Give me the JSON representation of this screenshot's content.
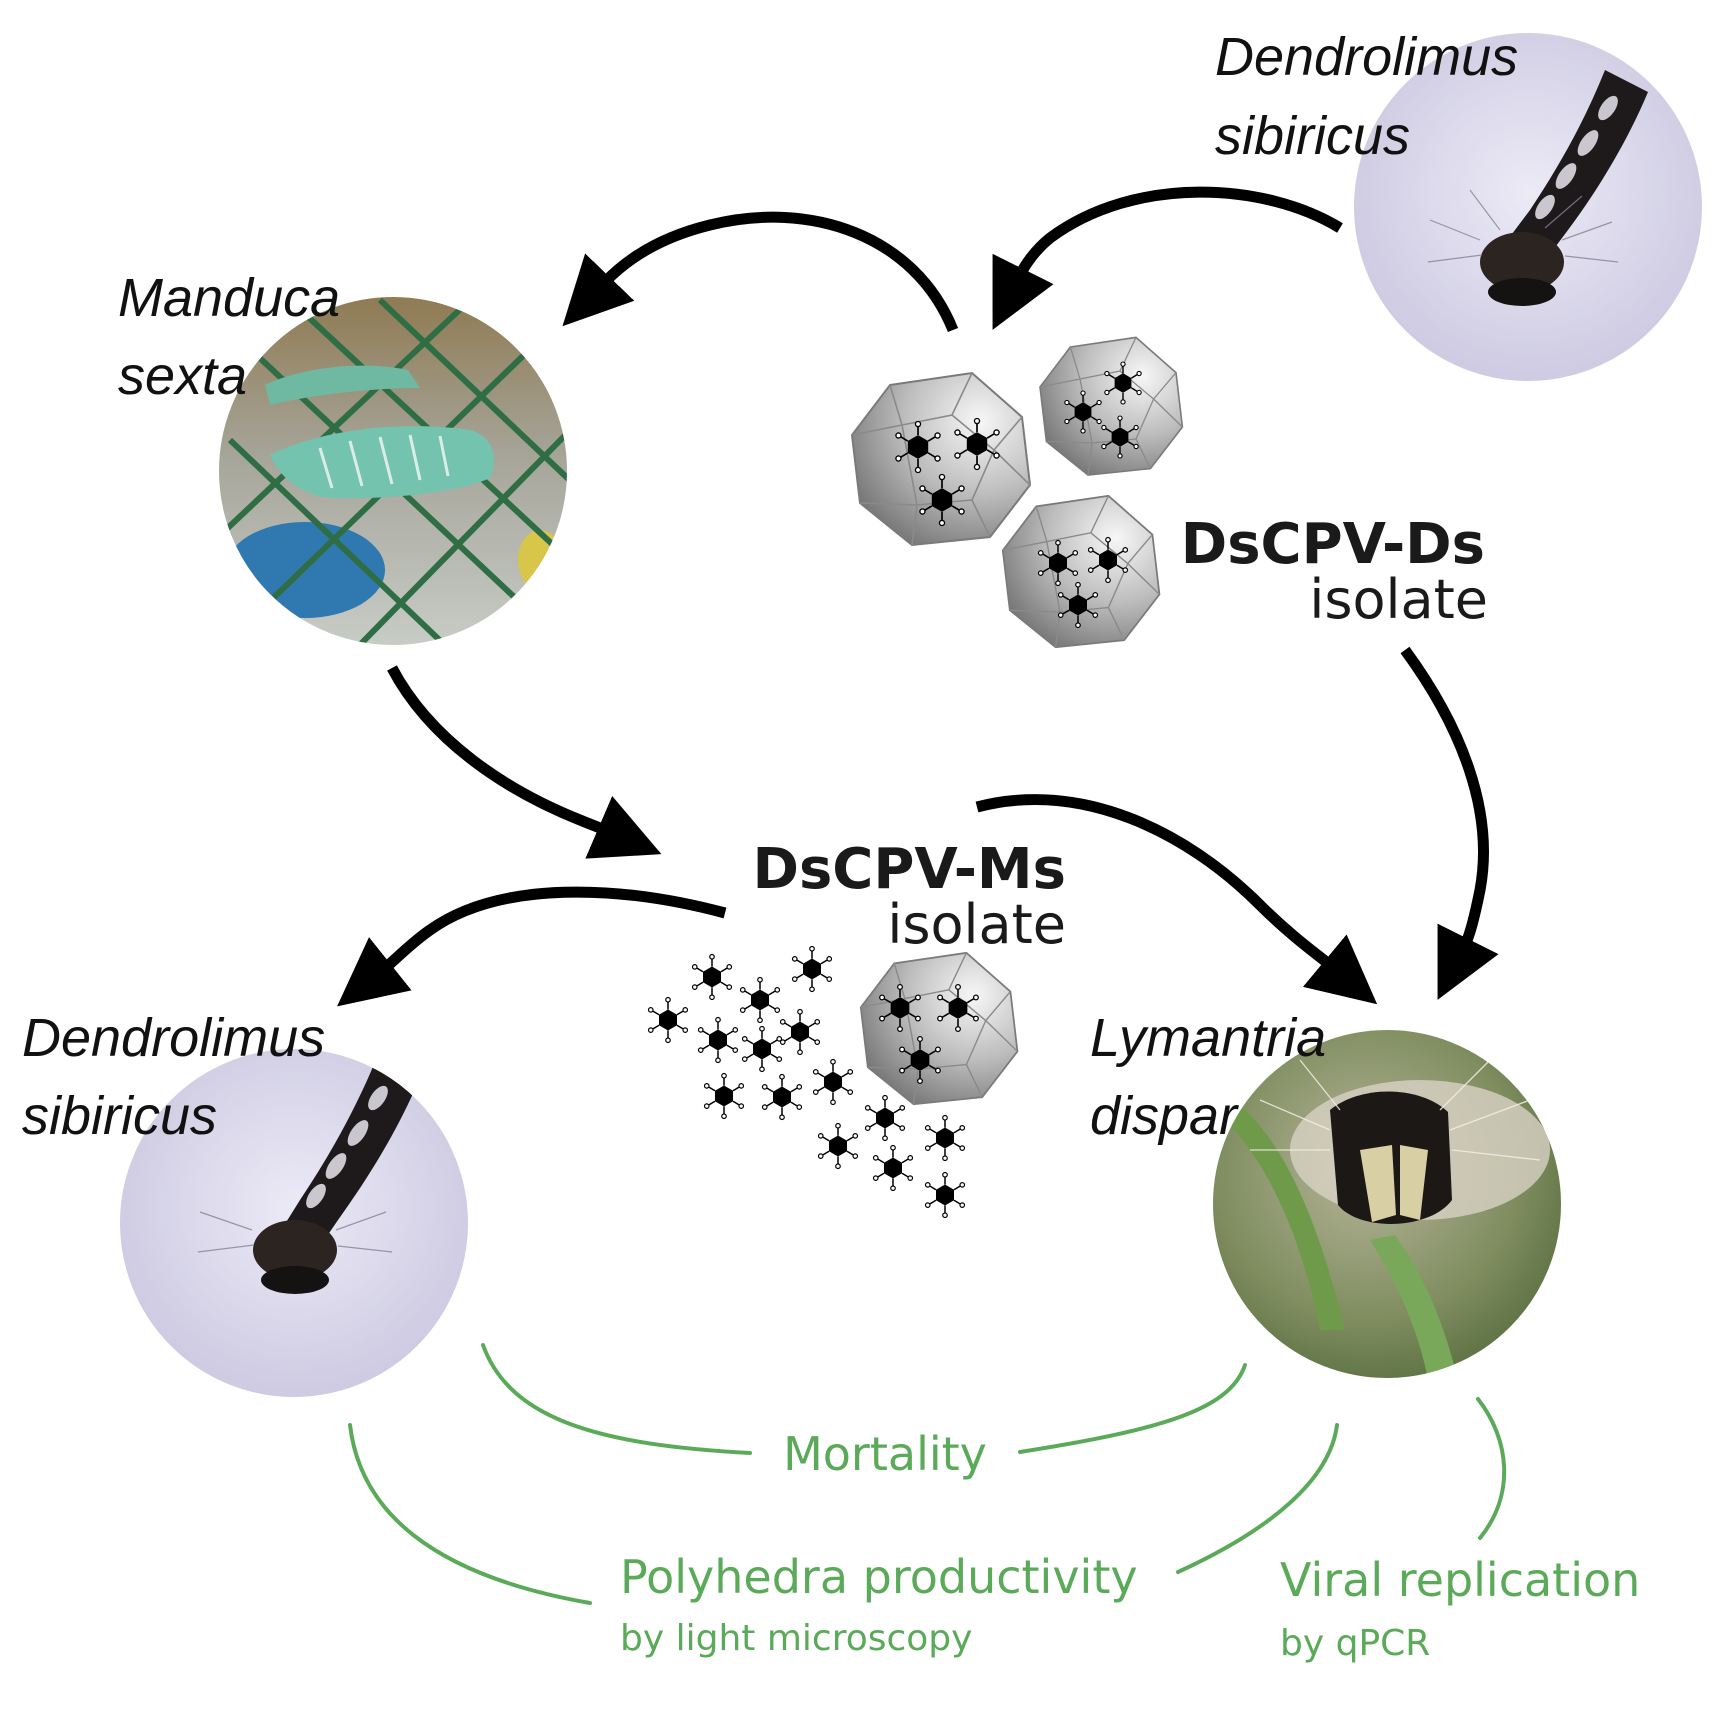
{
  "species": {
    "ds_top": [
      "Dendrolimus",
      "sibiricus"
    ],
    "manduca": [
      "Manduca",
      "sexta"
    ],
    "ds_bottom": [
      "Dendrolimus",
      "sibiricus"
    ],
    "lymantria": [
      "Lymantria",
      "dispar"
    ]
  },
  "isolates": {
    "ds": {
      "name": "DsCPV-Ds",
      "word": "isolate"
    },
    "ms": {
      "name": "DsCPV-Ms",
      "word": "isolate"
    }
  },
  "metrics": {
    "mortality": "Mortality",
    "polyhedra": {
      "label": "Polyhedra productivity",
      "method": "by light microscopy"
    },
    "replication": {
      "label": "Viral replication",
      "method": "by qPCR"
    }
  },
  "colors": {
    "arrow": "#000000",
    "metric_green": "#5aaa5a",
    "polyhedron_light": "#f2f2f2",
    "polyhedron_dark": "#6e6e6e",
    "virion": "#000000"
  },
  "icons": {
    "photo": "caterpillar-photo",
    "polyhedron": "polyhedron-icon",
    "virion": "virion-icon"
  }
}
